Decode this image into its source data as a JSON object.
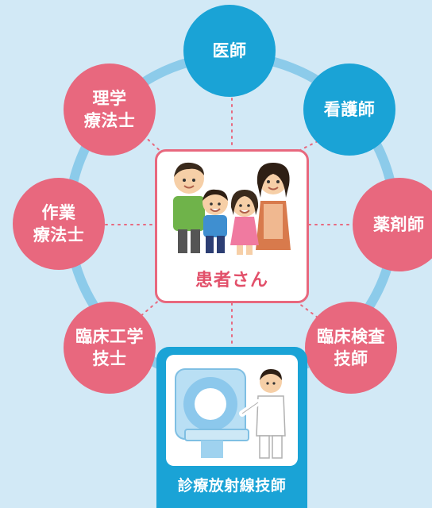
{
  "center": {
    "label": "患者さん"
  },
  "roles": [
    {
      "label": "医師"
    },
    {
      "label": "看護師"
    },
    {
      "label": "薬剤師"
    },
    {
      "label": "臨床検査\n技師"
    },
    {
      "label": "臨床工学\n技士"
    },
    {
      "label": "作業\n療法士"
    },
    {
      "label": "理学\n療法士"
    }
  ],
  "featured": {
    "label": "診療放射線技師"
  },
  "colors": {
    "background": "#d2e9f6",
    "ring": "#8ccbea",
    "blue": "#1aa3d6",
    "pink": "#e8687e",
    "dotted_line": "#e8687e"
  }
}
